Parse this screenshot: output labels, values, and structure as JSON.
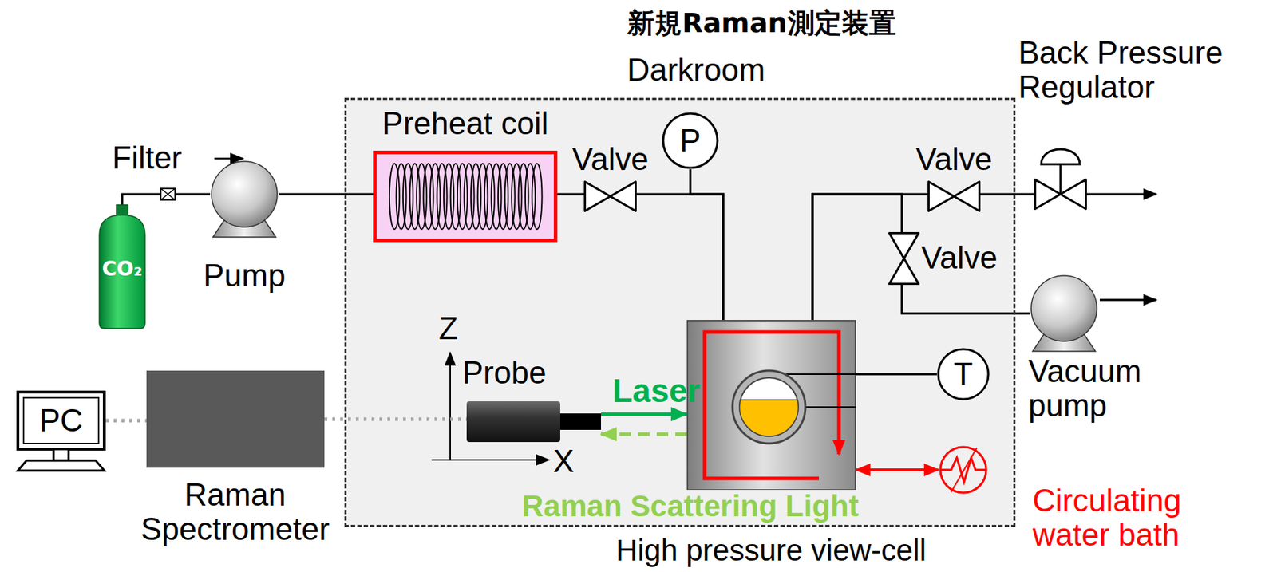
{
  "diagram": {
    "title": "新規Raman測定装置",
    "nodes": [
      {
        "text": [
          "CO₂"
        ]
      },
      {
        "text": [
          "Filter"
        ]
      },
      {
        "text": [
          "Pump"
        ]
      },
      {
        "text": [
          "Darkroom"
        ]
      },
      {
        "text": [
          "Preheat coil"
        ],
        "in": 3
      },
      {
        "text": [
          "Valve"
        ],
        "in": 3
      },
      {
        "text": [
          "P"
        ],
        "in": 3
      },
      {
        "text": [
          "Valve"
        ],
        "in": 3
      },
      {
        "text": [
          "Valve"
        ],
        "in": 3
      },
      {
        "text": [
          "Back Pressure Regulator"
        ]
      },
      {
        "text": [
          "Vacuum pump"
        ]
      },
      {
        "text": [
          "Probe"
        ],
        "in": 3
      },
      {
        "text": [
          "High pressure view-cell"
        ],
        "in": 3
      },
      {
        "text": [
          "T"
        ],
        "in": 3
      },
      {
        "text": [
          "Circulating water bath"
        ],
        "in": 3
      },
      {
        "text": [
          "PC"
        ]
      },
      {
        "text": [
          "Raman Spectrometer"
        ]
      }
    ],
    "edges": [
      {
        "from": 0,
        "to": 1,
        "arrow": "none"
      },
      {
        "from": 1,
        "to": 2,
        "arrow": "none"
      },
      {
        "from": 2,
        "to": 4,
        "arrow": "none"
      },
      {
        "from": 4,
        "to": 5,
        "arrow": "none"
      },
      {
        "from": 5,
        "to": 12,
        "arrow": "none"
      },
      {
        "from": 6,
        "to": 12,
        "arrow": "none"
      },
      {
        "from": 12,
        "to": 7,
        "arrow": "none"
      },
      {
        "from": 12,
        "to": 8,
        "arrow": "none"
      },
      {
        "from": 7,
        "to": 9,
        "arrow": "none"
      },
      {
        "from": 8,
        "to": 10,
        "arrow": "none"
      },
      {
        "from": 13,
        "to": 12,
        "arrow": "none"
      },
      {
        "from": 14,
        "to": 12,
        "arrow": "both"
      },
      {
        "from": 11,
        "to": 12,
        "label": "Laser",
        "arrow": "to"
      },
      {
        "from": 12,
        "to": 11,
        "label": "Raman Scattering Light",
        "arrow": "to"
      },
      {
        "from": 16,
        "to": 11,
        "arrow": "none"
      },
      {
        "from": 15,
        "to": 16,
        "arrow": "none"
      }
    ],
    "labels": [
      "Z",
      "X"
    ]
  }
}
